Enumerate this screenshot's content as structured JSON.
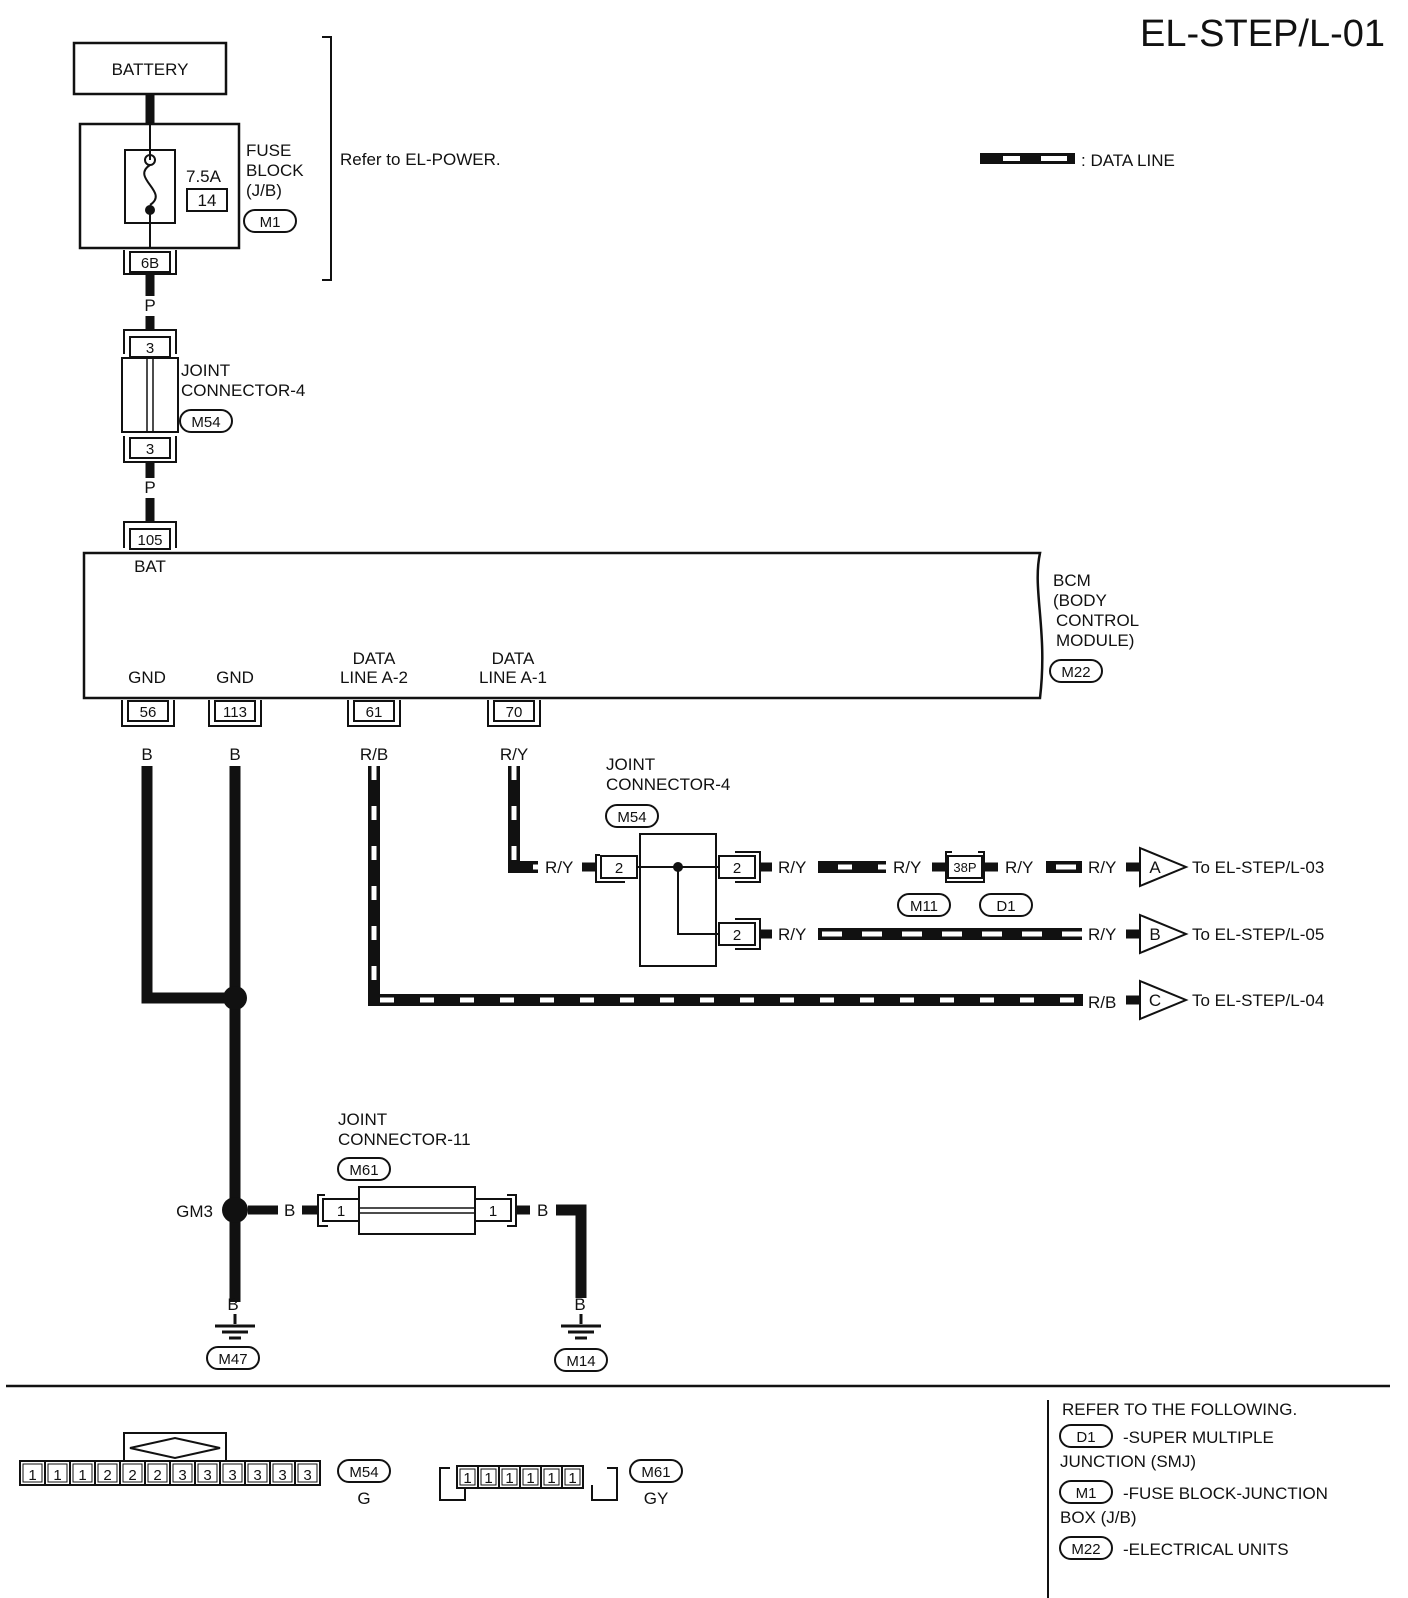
{
  "page_title": "EL-STEP/L-01",
  "battery": "BATTERY",
  "fuse": {
    "amps": "7.5A",
    "number": "14",
    "name_line1": "FUSE",
    "name_line2": "BLOCK",
    "name_line3": "(J/B)",
    "connector": "M1",
    "terminal": "6B"
  },
  "power_note": "Refer to EL-POWER.",
  "legend": {
    "data_line": ": DATA LINE"
  },
  "wire_colors": {
    "p": "P",
    "b": "B",
    "rb": "R/B",
    "ry": "R/Y"
  },
  "joint_connector_4": {
    "line1": "JOINT",
    "line2": "CONNECTOR-4",
    "connector": "M54",
    "term_top": "3",
    "term_bottom": "3",
    "term_in": "2",
    "term_out1": "2",
    "term_out2": "2"
  },
  "bcm": {
    "line1": "BCM",
    "line2": "(BODY",
    "line3": "CONTROL",
    "line4": "MODULE)",
    "connector": "M22",
    "bat_terminal": "105",
    "bat_label": "BAT",
    "gnd_label": "GND",
    "gnd1_terminal": "56",
    "gnd2_terminal": "113",
    "data_label": "DATA",
    "dla2_label": "LINE A-2",
    "dla2_terminal": "61",
    "dla1_label": "LINE A-1",
    "dla1_terminal": "70"
  },
  "smj": {
    "terminal": "38P",
    "conn_left": "M11",
    "conn_right": "D1"
  },
  "outputs": [
    {
      "letter": "A",
      "text": "To EL-STEP/L-03"
    },
    {
      "letter": "B",
      "text": "To EL-STEP/L-05"
    },
    {
      "letter": "C",
      "text": "To EL-STEP/L-04"
    }
  ],
  "joint_connector_11": {
    "line1": "JOINT",
    "line2": "CONNECTOR-11",
    "connector": "M61",
    "term_left": "1",
    "term_right": "1"
  },
  "ground_point": "GM3",
  "grounds": {
    "left": "M47",
    "right": "M14"
  },
  "bottom_connectors": {
    "m54": {
      "pins": [
        "1",
        "1",
        "1",
        "2",
        "2",
        "2",
        "3",
        "3",
        "3",
        "3",
        "3",
        "3"
      ],
      "id": "M54",
      "color": "G"
    },
    "m61": {
      "pins": [
        "1",
        "1",
        "1",
        "1",
        "1",
        "1"
      ],
      "id": "M61",
      "color": "GY"
    }
  },
  "refer": {
    "heading": "REFER TO THE FOLLOWING.",
    "items": [
      {
        "code": "D1",
        "line1": "-SUPER MULTIPLE",
        "line2": "JUNCTION (SMJ)"
      },
      {
        "code": "M1",
        "line1": "-FUSE BLOCK-JUNCTION",
        "line2": "BOX (J/B)"
      },
      {
        "code": "M22",
        "line1": "-ELECTRICAL UNITS",
        "line2": ""
      }
    ]
  }
}
